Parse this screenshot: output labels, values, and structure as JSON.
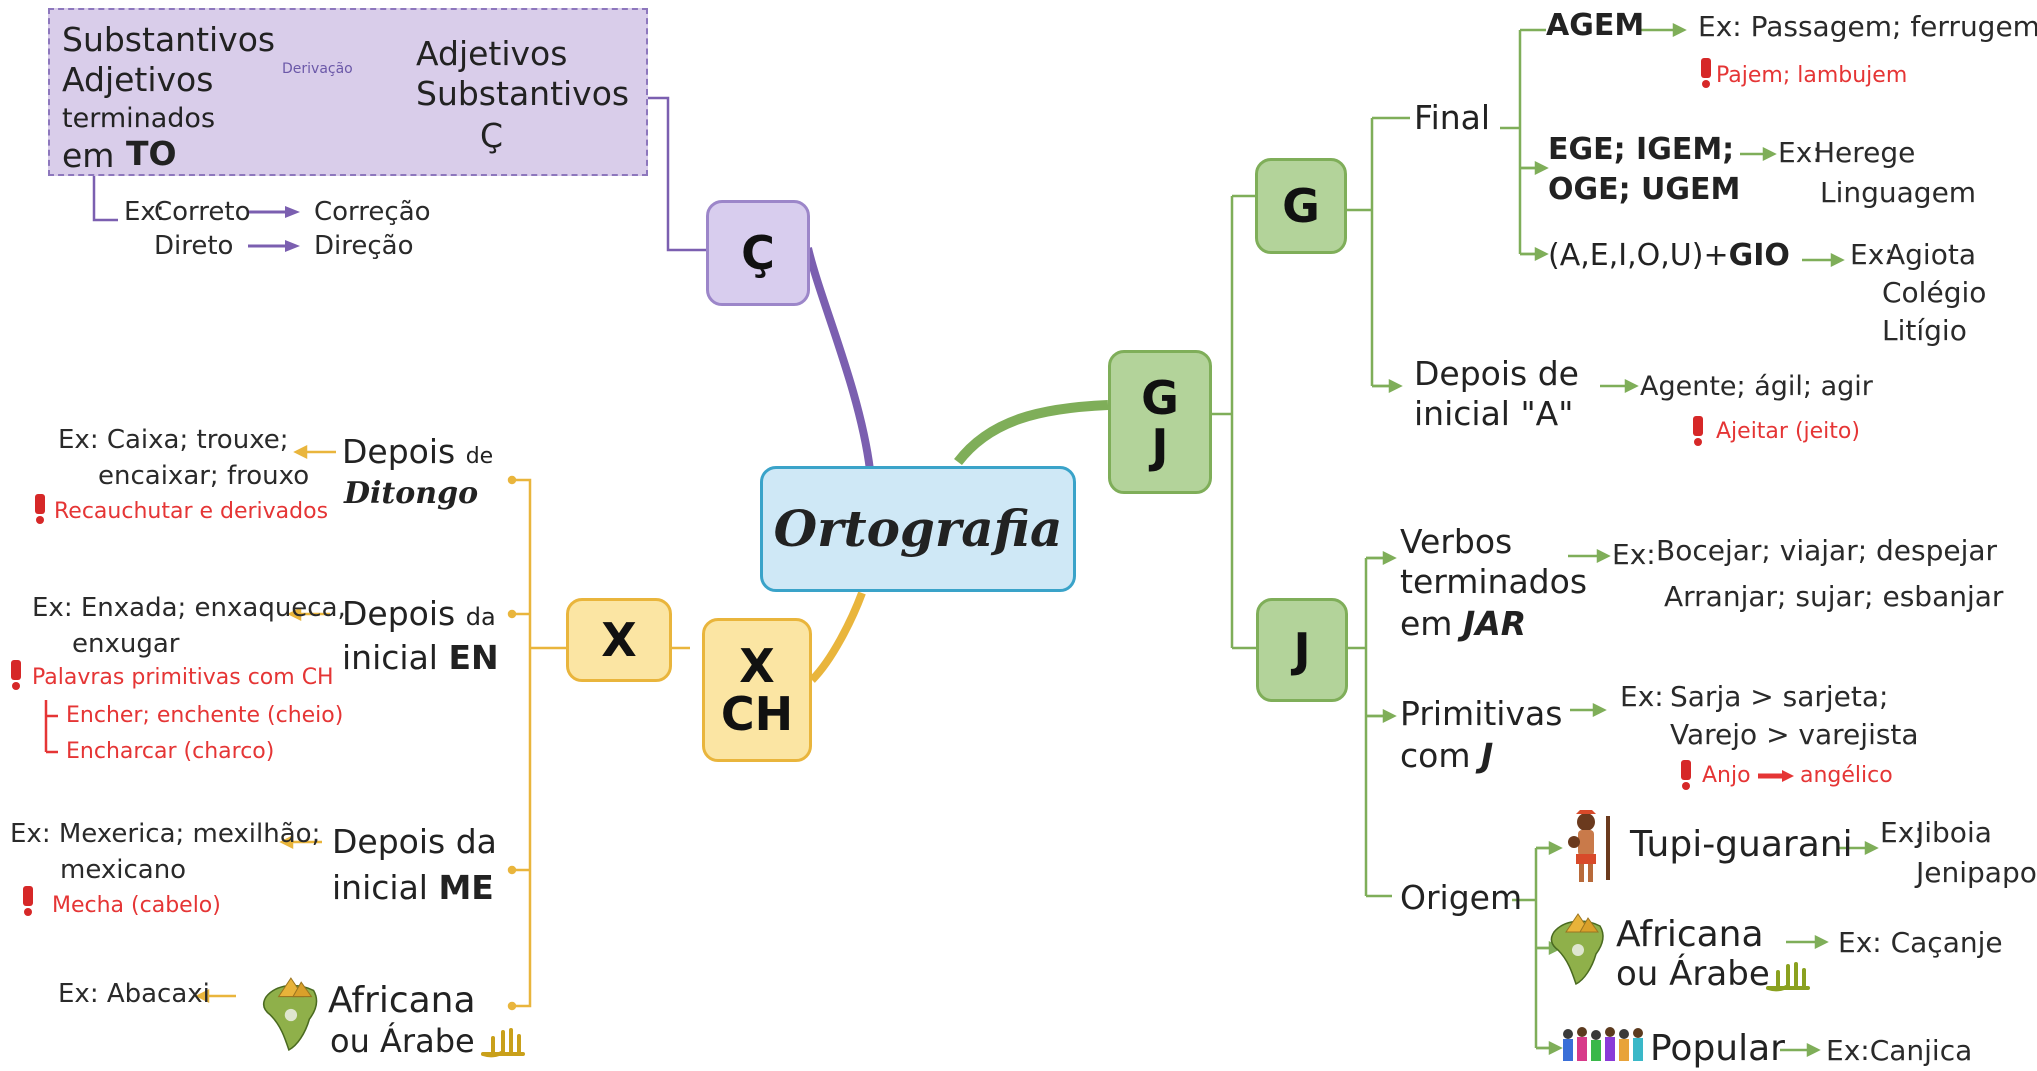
{
  "center": "Ortografia",
  "c_cedilha": {
    "node": "Ç",
    "box_left": [
      "Substantivos",
      "Adjetivos",
      "terminados",
      "em",
      "TO"
    ],
    "arrow_label": "Derivação",
    "box_right": [
      "Adjetivos",
      "Substantivos",
      "Ç"
    ],
    "example_prefix": "Ex:",
    "examples": [
      {
        "from": "Correto",
        "to": "Correção"
      },
      {
        "from": "Direto",
        "to": "Direção"
      }
    ]
  },
  "gj": {
    "node": "G\nJ",
    "g": {
      "node": "G",
      "final": {
        "label": "Final",
        "agem": {
          "label": "AGEM",
          "example": "Ex: Passagem; ferrugem",
          "exception": "Pajem; lambujem"
        },
        "ege": {
          "line1": "EGE; IGEM;",
          "line2": "OGE; UGEM",
          "ex_prefix": "Ex:",
          "ex1": "Herege",
          "ex2": "Linguagem"
        },
        "gio": {
          "label": "(A,E,I,O,U)+",
          "bold": "GIO",
          "ex_prefix": "Ex:",
          "ex1": "Agiota",
          "ex2": "Colégio",
          "ex3": "Litígio"
        }
      },
      "depois_a": {
        "line1": "Depois de",
        "line2": "inicial \"A\"",
        "example": "Agente; ágil; agir",
        "exception": "Ajeitar (jeito)"
      }
    },
    "j": {
      "node": "J",
      "verbos": {
        "line1": "Verbos",
        "line2": "terminados",
        "line3": "em",
        "bold": "JAR",
        "ex_prefix": "Ex:",
        "ex1": "Bocejar; viajar; despejar",
        "ex2": "Arranjar; sujar; esbanjar"
      },
      "primitivas": {
        "line1": "Primitivas",
        "line2": "com",
        "bold": "J",
        "ex_prefix": "Ex:",
        "ex1": "Sarja > sarjeta;",
        "ex2": "Varejo > varejista",
        "exc_from": "Anjo",
        "exc_to": "angélico"
      },
      "origem": {
        "label": "Origem",
        "tupi": {
          "label": "Tupi-guarani",
          "ex_prefix": "Ex:",
          "ex1": "Jiboia",
          "ex2": "Jenipapo"
        },
        "africana": {
          "line1": "Africana",
          "line2": "ou Árabe",
          "example": "Ex: Caçanje"
        },
        "popular": {
          "label": "Popular",
          "example": "Ex:Canjica"
        }
      }
    }
  },
  "xch": {
    "node": "X\nCH",
    "x": {
      "node": "X",
      "ditongo": {
        "line1": "Depois",
        "line1b": "de",
        "line2": "Ditongo",
        "ex1": "Ex: Caixa; trouxe;",
        "ex2": "encaixar; frouxo",
        "exception": "Recauchutar e derivados"
      },
      "en": {
        "line1": "Depois",
        "line1b": "da",
        "line2": "inicial",
        "bold": "EN",
        "ex1": "Ex: Enxada; enxaqueca,",
        "ex2": "enxugar",
        "exception": "Palavras primitivas com CH",
        "exc1": "Encher; enchente (cheio)",
        "exc2": "Encharcar (charco)"
      },
      "me": {
        "line1": "Depois da",
        "line2": "inicial",
        "bold": "ME",
        "ex1": "Ex: Mexerica; mexilhão;",
        "ex2": "mexicano",
        "exception": "Mecha (cabelo)"
      },
      "africana": {
        "line1": "Africana",
        "line2": "ou Árabe",
        "example": "Ex: Abacaxi"
      }
    }
  },
  "colors": {
    "green": "#7fae59",
    "purple": "#7b5fb0",
    "yellow": "#e9b53c",
    "center_border": "#3aa3c9",
    "exception_red": "#e53535"
  },
  "icons": [
    "exclamation-icon",
    "indigenous-people-icon",
    "africa-map-icon",
    "arabic-calligraphy-icon",
    "crowd-icon"
  ]
}
